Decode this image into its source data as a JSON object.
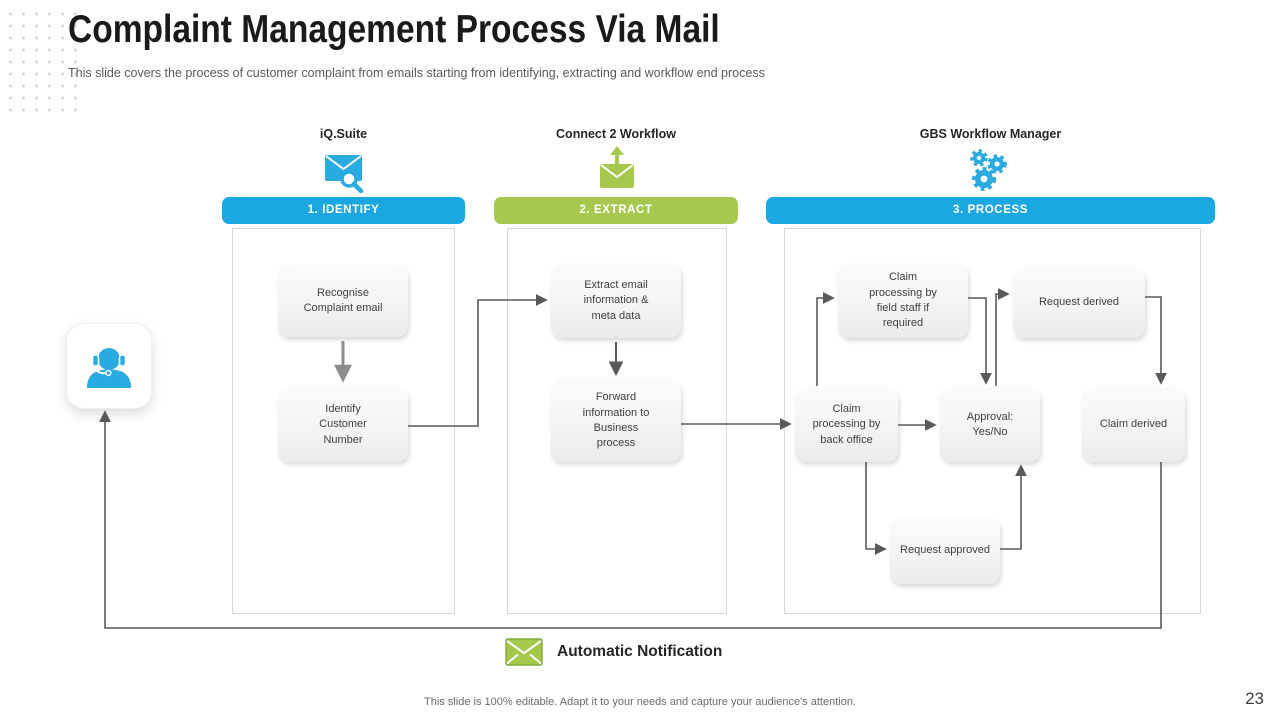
{
  "slide": {
    "title": "Complaint Management Process Via Mail",
    "subtitle": "This slide covers the process of customer complaint from emails starting from identifying, extracting and workflow end process",
    "footer_note": "This slide is 100% editable. Adapt it to your needs and capture your audience's attention.",
    "page_number": "23"
  },
  "columns": [
    {
      "tool": "iQ.Suite",
      "icon": "mail-search-icon",
      "stage": "1. IDENTIFY",
      "accent": "#1BA7E0"
    },
    {
      "tool": "Connect 2 Workflow",
      "icon": "mail-send-icon",
      "stage": "2. EXTRACT",
      "accent": "#A6C84F"
    },
    {
      "tool": "GBS Workflow Manager",
      "icon": "gears-icon",
      "stage": "3. PROCESS",
      "accent": "#1BA7E0"
    }
  ],
  "nodes": {
    "recognise": "Recognise Complaint email",
    "identify": "Identify Customer Number",
    "extract": "Extract email information & meta data",
    "forward": "Forward information to Business process",
    "field_staff": "Claim processing by field staff if required",
    "request_derived": "Request derived",
    "back_office": "Claim processing by back office",
    "approval": "Approval: Yes/No",
    "claim_derived": "Claim derived",
    "request_approved": "Request approved"
  },
  "actors": {
    "customer_service_icon": "customer-headset-icon"
  },
  "notification": {
    "label": "Automatic Notification",
    "icon": "mail-icon"
  },
  "colors": {
    "blue": "#1BA7E0",
    "green": "#A6C84F",
    "icon_blue": "#29ABE2",
    "arrow": "#595959",
    "box_text": "#3F3F3F"
  }
}
